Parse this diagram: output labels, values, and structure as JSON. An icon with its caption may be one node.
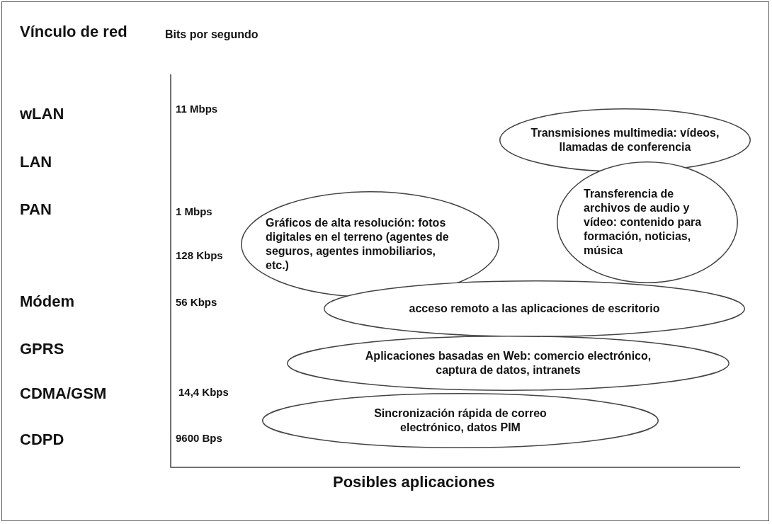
{
  "diagram": {
    "nodes": [
      {
        "text": [
          "Transmisiones multimedia: vídeos, llamadas de conferencia"
        ]
      },
      {
        "text": [
          "Gráficos de alta resolución: fotos digitales en el terreno (agentes de seguros, agentes inmobiliarios, etc.)"
        ]
      },
      {
        "text": [
          "Transferencia de archivos de audio y vídeo: contenido para formación, noticias, música"
        ]
      },
      {
        "text": [
          "acceso remoto a las aplicaciones de escritorio"
        ]
      },
      {
        "text": [
          "Aplicaciones basadas en Web: comercio electrónico, captura de datos, intranets"
        ]
      },
      {
        "text": [
          "Sincronización rápida de correo electrónico, datos PIM"
        ]
      }
    ],
    "labels": [
      "Vínculo de red",
      "Bits por segundo",
      "wLAN",
      "11 Mbps",
      "LAN",
      "PAN",
      "1 Mbps",
      "128 Kbps",
      "Módem",
      "56 Kbps",
      "GPRS",
      "CDMA/GSM",
      "14,4 Kbps",
      "CDPD",
      "9600 Bps",
      "Posibles aplicaciones"
    ]
  }
}
